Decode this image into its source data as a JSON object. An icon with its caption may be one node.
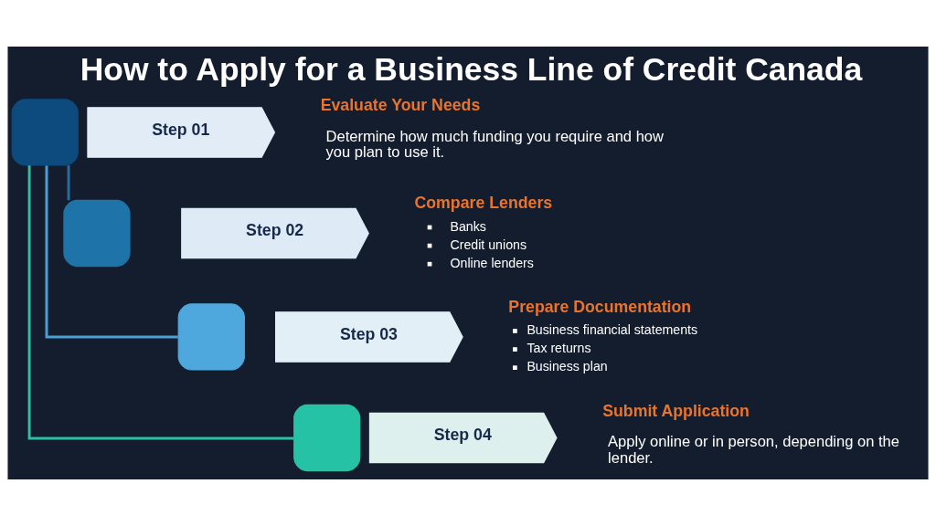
{
  "diagram": {
    "title": "How to Apply for a Business Line of Credit Canada",
    "nodes": [
      {
        "text": [],
        "shape": "box"
      },
      {
        "text": [
          "Step 01"
        ],
        "beside": [
          "Evaluate Your Needs",
          "Determine how much funding you require and how you plan to use it."
        ]
      },
      {
        "text": [],
        "shape": "box"
      },
      {
        "text": [
          "Step 02"
        ],
        "beside": [
          "Compare Lenders",
          "Banks",
          "Credit unions",
          "Online lenders"
        ]
      },
      {
        "text": [],
        "shape": "box"
      },
      {
        "text": [
          "Step 03"
        ],
        "beside": [
          "Prepare Documentation",
          "Business financial statements",
          "Tax returns",
          "Business plan"
        ]
      },
      {
        "text": [],
        "shape": "box"
      },
      {
        "text": [
          "Step 04"
        ],
        "beside": [
          "Submit Application",
          "Apply online or in person, depending on the lender."
        ]
      }
    ],
    "edges": [
      {
        "from": 0,
        "to": 2,
        "arrow": "none",
        "color": "#2a6e9e"
      },
      {
        "from": 0,
        "to": 4,
        "arrow": "none",
        "color": "#4a9fd5"
      },
      {
        "from": 0,
        "to": 6,
        "arrow": "none",
        "color": "#2bbfa3"
      }
    ]
  }
}
